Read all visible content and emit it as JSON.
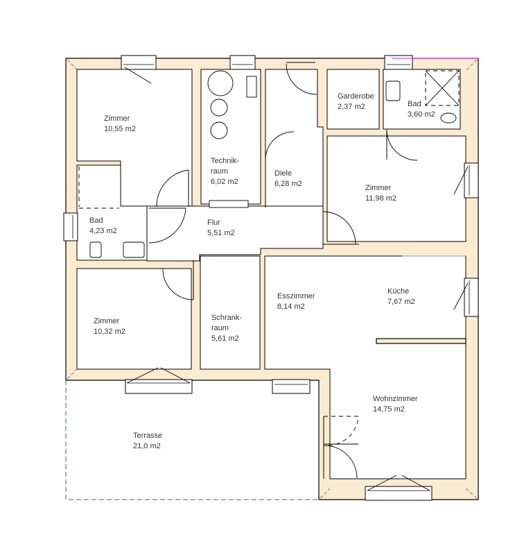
{
  "plan": {
    "type": "floor-plan",
    "colors": {
      "wall_fill": "#fbebd0",
      "line": "#000000",
      "terrace_border": "#1a8a1a",
      "label_text": "#333333"
    },
    "rooms": [
      {
        "id": "zimmer-nw",
        "name": "Zimmer",
        "area": "10,55 m2"
      },
      {
        "id": "technikraum",
        "name": "Technik-",
        "name2": "raum",
        "area": "6,02 m2"
      },
      {
        "id": "diele",
        "name": "Diele",
        "area": "6,28 m2"
      },
      {
        "id": "garderobe",
        "name": "Garderobe",
        "area": "2,37 m2"
      },
      {
        "id": "bad-ne",
        "name": "Bad",
        "area": "3,60 m2"
      },
      {
        "id": "zimmer-ne",
        "name": "Zimmer",
        "area": "11,98 m2"
      },
      {
        "id": "bad-w",
        "name": "Bad",
        "area": "4,23 m2"
      },
      {
        "id": "flur",
        "name": "Flur",
        "area": "5,51 m2"
      },
      {
        "id": "zimmer-sw",
        "name": "Zimmer",
        "area": "10,32 m2"
      },
      {
        "id": "schrankraum",
        "name": "Schrank-",
        "name2": "raum",
        "area": "5,61 m2"
      },
      {
        "id": "esszimmer",
        "name": "Esszimmer",
        "area": "8,14 m2"
      },
      {
        "id": "kueche",
        "name": "Küche",
        "area": "7,67 m2"
      },
      {
        "id": "wohnzimmer",
        "name": "Wohnzimmer",
        "area": "14,75 m2"
      },
      {
        "id": "terrasse",
        "name": "Terrasse",
        "area": "21,0 m2"
      }
    ]
  }
}
